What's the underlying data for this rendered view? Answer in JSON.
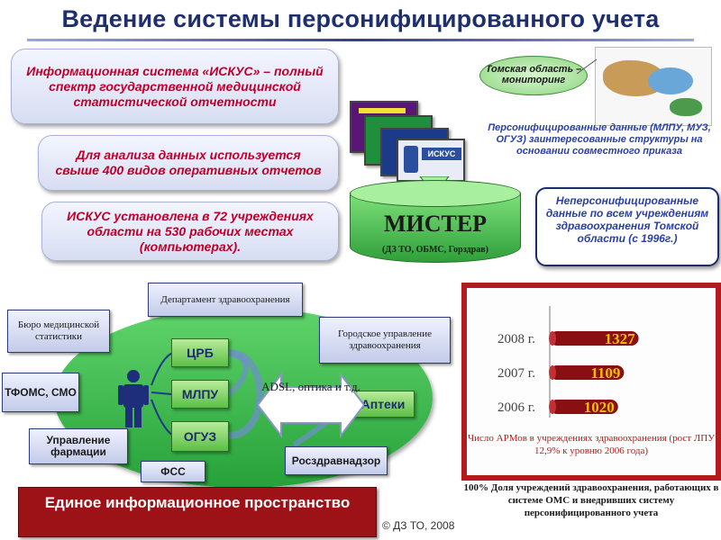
{
  "title": "Ведение системы персонифицированного учета",
  "pills": [
    "Информационная система «ИСКУС» – полный спектр государственной медицинской статистической отчетности",
    "Для анализа данных используется свыше 400 видов оперативных отчетов",
    "ИСКУС установлена в 72 учреждениях области на 530 рабочих местах (компьютерах)."
  ],
  "doc_label": "ИСКУС",
  "monitoring_label": "Томская область – мониторинг",
  "pers_text": "Персонифицированные данные (МЛПУ, МУЗ, ОГУЗ) заинтересованные структуры на основании совместного приказа",
  "mister": {
    "title": "МИСТЕР",
    "subtitle": "(ДЗ ТО, ОБМС, Горздрав)"
  },
  "nonpers_text": "Неперсонифицированные данные по всем учреждениям здравоохранения Томской области (с 1996г.)",
  "orgs": {
    "dept": "Департамент здравоохранения",
    "buro": "Бюро медицинской статистики",
    "tfoms": "ТФОМС, СМО",
    "farm": "Управление фармации",
    "fss": "ФСС",
    "gorod": "Городское управление здравоохранения",
    "rzn": "Росздравнадзор"
  },
  "green": {
    "crb": "ЦРБ",
    "mlpu": "МЛПУ",
    "oguz": "ОГУЗ",
    "apteki": "Аптеки"
  },
  "adsl_text": "ADSL, оптика и т.д.",
  "banner": "Единое информационное пространство",
  "copyright": "© ДЗ ТО, 2008",
  "chart_data": {
    "type": "bar",
    "categories": [
      "2008 г.",
      "2007 г.",
      "2006 г."
    ],
    "values": [
      1327,
      1109,
      1020
    ],
    "data_labels": [
      "1327",
      "1109",
      "1020"
    ],
    "xlim": [
      0,
      1400
    ],
    "title": "Число АРМов в учреждениях здравоохранения (рост ЛПУ 12,9% к уровню 2006 года)",
    "bar_color": "#8a0f12",
    "label_color": "#f0c000"
  },
  "foot_text": "100% Доля учреждений здравоохранения, работающих в системе ОМС и внедривших систему персонифицированного учета",
  "colors": {
    "title": "#1f2f6e",
    "pill_text": "#c0002a",
    "banner": "#9c1216",
    "green": "#27a13a",
    "chart_frame": "#b31b1f"
  }
}
